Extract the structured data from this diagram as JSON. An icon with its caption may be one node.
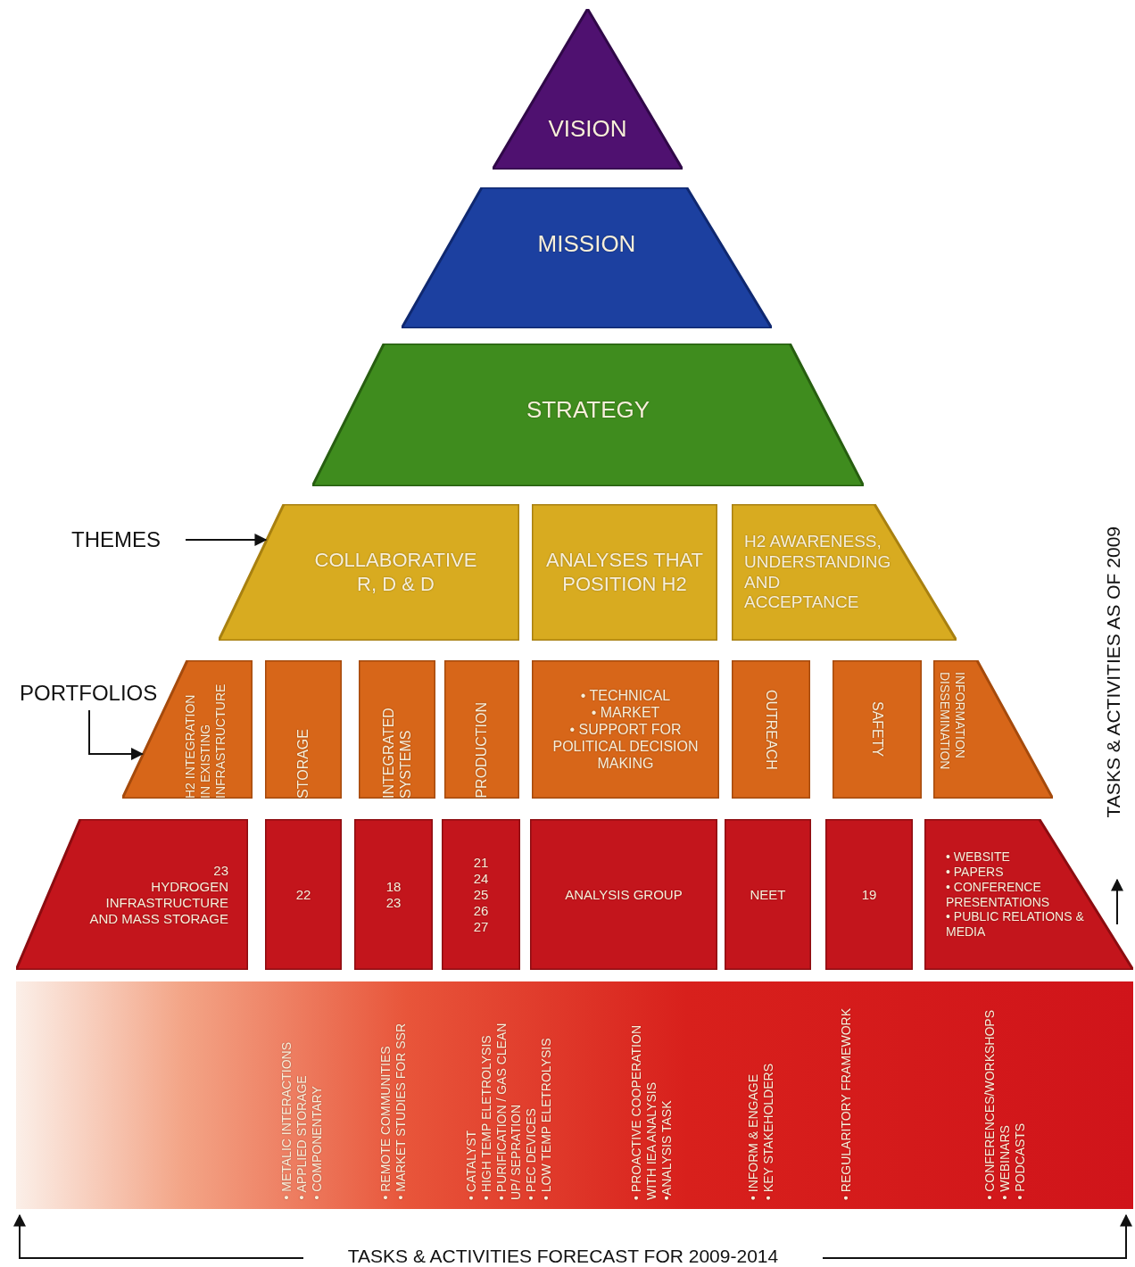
{
  "diagram": {
    "nodes": [
      {
        "text": [
          "VISION"
        ]
      },
      {
        "text": [
          "MISSION"
        ]
      },
      {
        "text": [
          "STRATEGY"
        ]
      },
      {
        "text": [
          "THEMES"
        ]
      },
      {
        "text": [
          "COLLABORATIVE R, D & D"
        ]
      },
      {
        "text": [
          "ANALYSES THAT POSITION H2"
        ]
      },
      {
        "text": [
          "H2 AWARENESS, UNDERSTANDING AND ACCEPTANCE"
        ]
      },
      {
        "text": [
          "PORTFOLIOS"
        ]
      },
      {
        "text": [
          "H2 INTEGRATION IN EXISTING INFRASTRUCTURE"
        ]
      },
      {
        "text": [
          "STORAGE"
        ]
      },
      {
        "text": [
          "INTEGRATED SYSTEMS"
        ]
      },
      {
        "text": [
          "PRODUCTION"
        ]
      },
      {
        "text": [
          "• TECHNICAL",
          "• MARKET",
          "• SUPPORT FOR POLITICAL DECISION MAKING"
        ]
      },
      {
        "text": [
          "OUTREACH"
        ]
      },
      {
        "text": [
          "SAFETY"
        ]
      },
      {
        "text": [
          "INFORMATION DISSEMINATION"
        ]
      },
      {
        "text": [
          "23",
          "HYDROGEN INFRASTRUCTURE AND MASS STORAGE"
        ]
      },
      {
        "text": [
          "22"
        ]
      },
      {
        "text": [
          "18",
          "23"
        ]
      },
      {
        "text": [
          "21",
          "24",
          "25",
          "26",
          "27"
        ]
      },
      {
        "text": [
          "ANALYSIS GROUP"
        ]
      },
      {
        "text": [
          "NEET"
        ]
      },
      {
        "text": [
          "19"
        ]
      },
      {
        "text": [
          "• WEBSITE",
          "• PAPERS",
          "• CONFERENCE PRESENTATIONS",
          "• PUBLIC RELATIONS & MEDIA"
        ]
      },
      {
        "text": [],
        "shape": "bar"
      },
      {
        "text": [
          "• METALIC INTERACTIONS",
          "• APPLIED STORAGE",
          "• COMPONENTARY"
        ],
        "in": 24
      },
      {
        "text": [
          "• REMOTE COMMUNITIES",
          "• MARKET STUDIES FOR SSR"
        ],
        "in": 24
      },
      {
        "text": [
          "• CATALYST",
          "• HIGH TEMP ELETROLYSIS",
          "• PURIFICATION / GAS CLEAN UP/ SEPRATION",
          "• PEC DEVICES",
          "• LOW TEMP ELETROLYSIS"
        ],
        "in": 24
      },
      {
        "text": [
          "• PROACTIVE COOPERATION WITH IEA ANALYSIS",
          "•ANALYSIS TASK"
        ],
        "in": 24
      },
      {
        "text": [
          "• INFORM & ENGAGE",
          "• KEY STAKEHOLDERS"
        ],
        "in": 24
      },
      {
        "text": [
          "• REGULARITORY FRAMEWORK"
        ],
        "in": 24
      },
      {
        "text": [
          "• CONFERENCES/WORKSHOPS",
          "• WEBINARS",
          "• PODCASTS"
        ],
        "in": 24
      }
    ],
    "edges": [
      {
        "from": 3,
        "to": 4,
        "arrow": "to"
      },
      {
        "from": 7,
        "to": 8,
        "arrow": "to"
      }
    ],
    "labels": [
      "TASKS & ACTIVITIES AS OF 2009",
      "TASKS & ACTIVITIES FORECAST FOR 2009-2014"
    ]
  }
}
